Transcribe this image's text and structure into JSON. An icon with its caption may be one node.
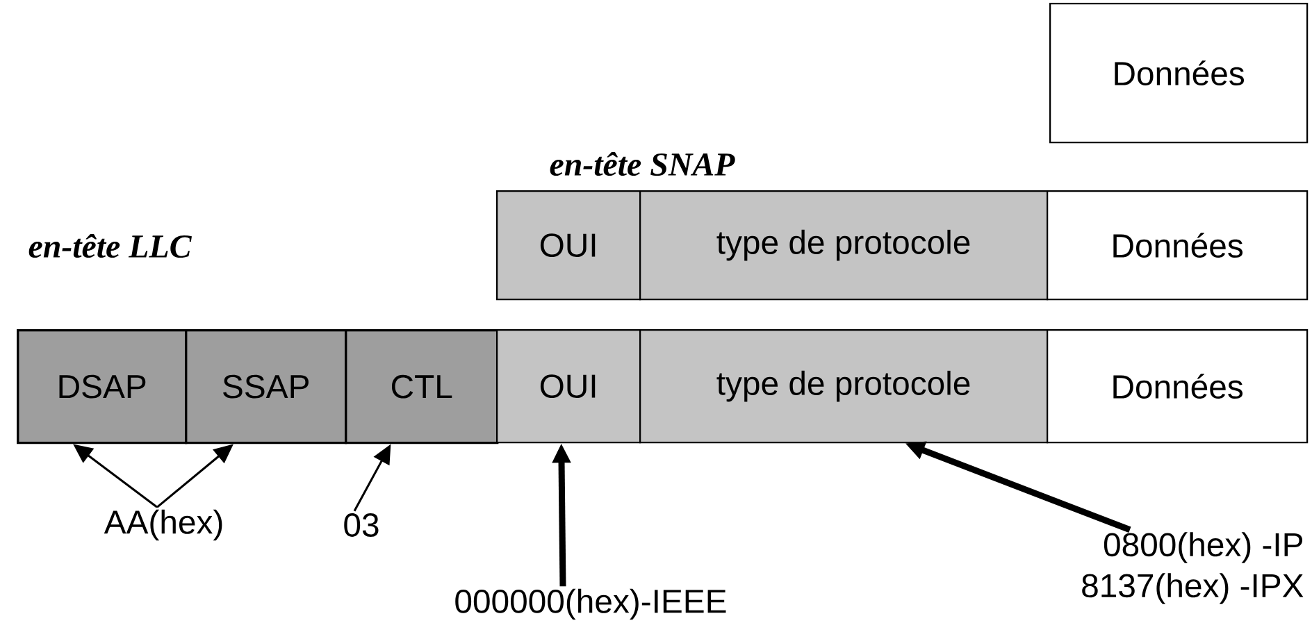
{
  "diagram": {
    "nodes": [
      {
        "text": [
          "Données"
        ]
      },
      {
        "text": [
          "OUI"
        ]
      },
      {
        "text": [
          "type de protocole"
        ]
      },
      {
        "text": [
          "Données"
        ]
      },
      {
        "text": [
          "DSAP"
        ]
      },
      {
        "text": [
          "SSAP"
        ]
      },
      {
        "text": [
          "CTL"
        ]
      },
      {
        "text": [
          "OUI"
        ]
      },
      {
        "text": [
          "type de protocole"
        ]
      },
      {
        "text": [
          "Données"
        ]
      },
      {
        "text": [
          "AA(hex)"
        ]
      },
      {
        "text": [
          "03"
        ]
      },
      {
        "text": [
          "000000(hex)-IEEE"
        ]
      },
      {
        "text": [
          "0800(hex) -IP",
          "8137(hex) -IPX"
        ]
      }
    ],
    "edges": [
      {
        "from": 10,
        "to": 4,
        "arrow": "to"
      },
      {
        "from": 10,
        "to": 5,
        "arrow": "to"
      },
      {
        "from": 11,
        "to": 6,
        "arrow": "to"
      },
      {
        "from": 12,
        "to": 7,
        "arrow": "to",
        "style": "thick"
      },
      {
        "from": 13,
        "to": 8,
        "arrow": "to",
        "style": "thick"
      }
    ],
    "labels": [
      "en-tête SNAP",
      "en-tête LLC"
    ]
  }
}
